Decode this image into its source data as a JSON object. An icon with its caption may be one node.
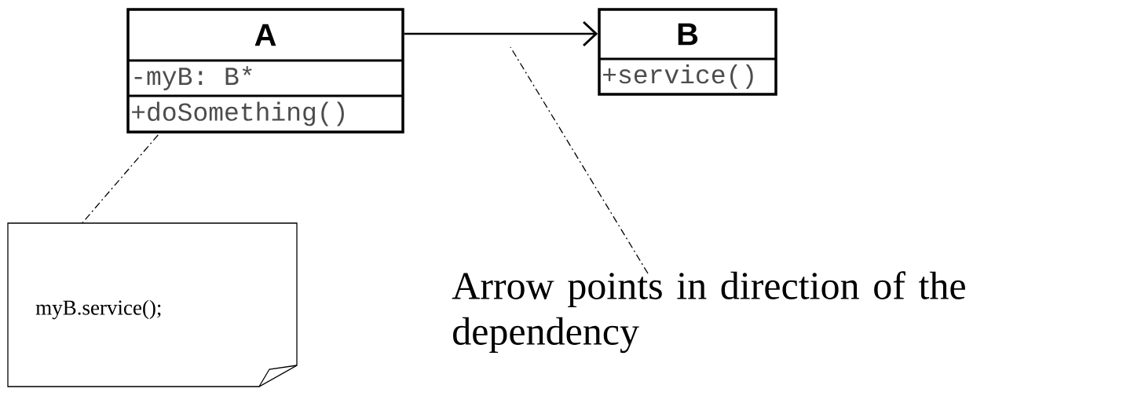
{
  "diagram": {
    "nodes": [
      {
        "text": [
          "A",
          "-myB: B*",
          "+doSomething()"
        ]
      },
      {
        "text": [
          "B",
          "+service()"
        ]
      },
      {
        "text": [
          "myB.service();"
        ]
      },
      {
        "text": [
          "Arrow points in direction of the dependency"
        ]
      }
    ],
    "edges": [
      {
        "from": 0,
        "to": 1,
        "arrow": "to"
      },
      {
        "from": 0,
        "to": 2,
        "arrow": "none",
        "style": "dashed"
      },
      {
        "from": 3,
        "to": null,
        "arrow": "none",
        "style": "dashed"
      }
    ]
  }
}
